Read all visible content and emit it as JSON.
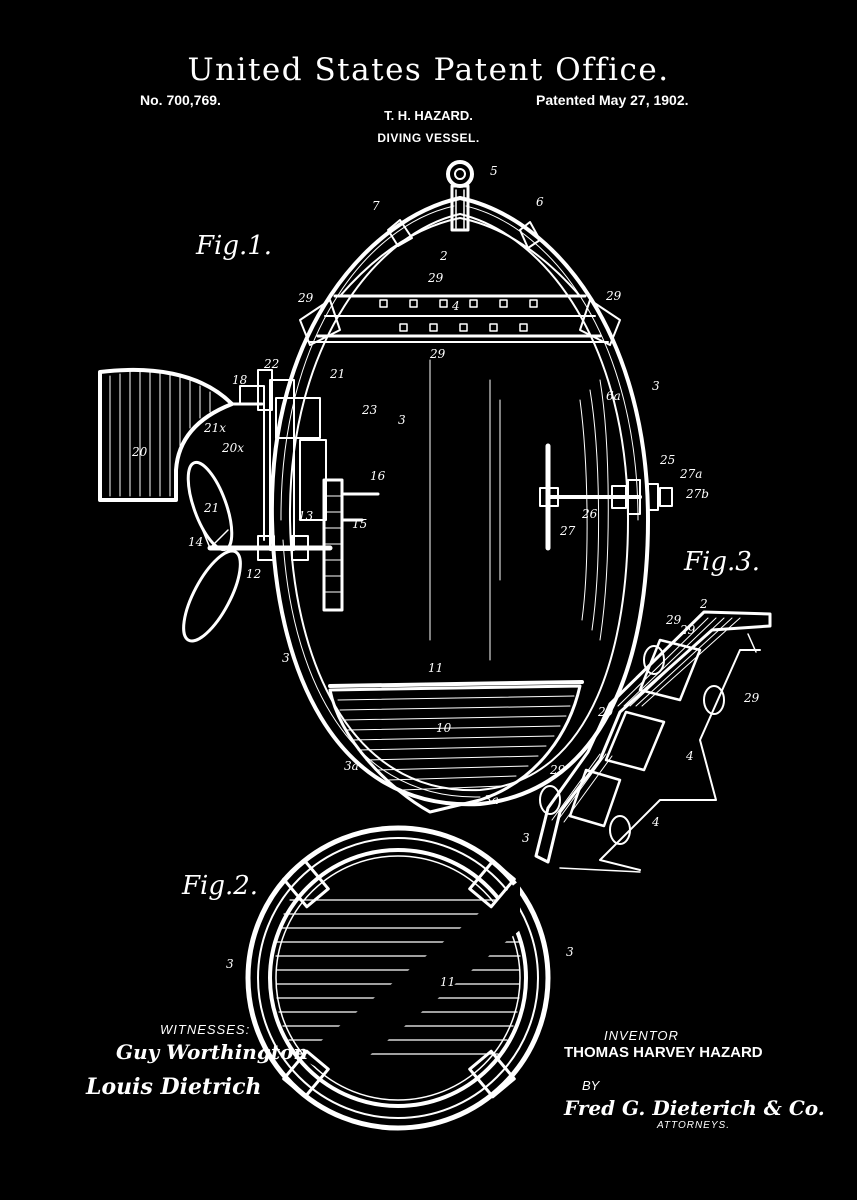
{
  "header": {
    "office": "United States Patent Office.",
    "patent_number": "No. 700,769.",
    "patent_date": "Patented May 27, 1902.",
    "inventor_short": "T. H. HAZARD.",
    "subject": "DIVING VESSEL."
  },
  "figures": {
    "fig1": "Fig.1.",
    "fig2": "Fig.2.",
    "fig3": "Fig.3."
  },
  "signatures": {
    "witnesses_label": "WITNESSES:",
    "witness_1": "Guy Worthington",
    "witness_2": "Louis Dietrich",
    "inventor_label": "INVENTOR",
    "inventor_name": "THOMAS HARVEY HAZARD",
    "by_label": "BY",
    "attorney_signature": "Fred G. Dieterich & Co.",
    "attorneys_label": "ATTORNEYS."
  },
  "reference_numerals": {
    "r5": "5",
    "r6": "6",
    "r7": "7",
    "r2": "2",
    "r29": "29",
    "r4": "4",
    "r3": "3",
    "r6a": "6a",
    "r22": "22",
    "r21": "21",
    "r18": "18",
    "r23": "23",
    "r20": "20",
    "r20x": "20x",
    "r21x": "21x",
    "r16": "16",
    "r15": "15",
    "r13": "13",
    "r14": "14",
    "r12": "12",
    "r25": "25",
    "r27a": "27a",
    "r27b": "27b",
    "r26": "26",
    "r27": "27",
    "r11": "11",
    "r10": "10",
    "r3a": "3a"
  }
}
